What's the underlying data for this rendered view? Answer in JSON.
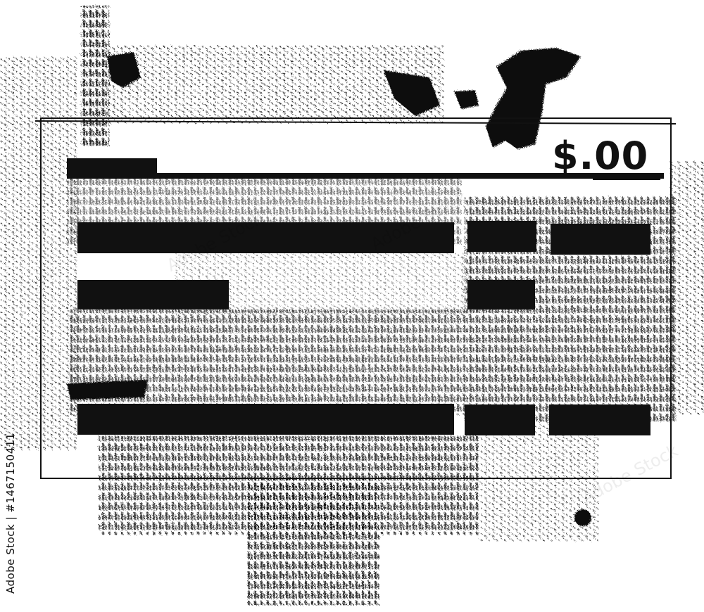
{
  "check": {
    "amount_text": "$.00"
  },
  "stock": {
    "watermark_text": "Adobe Stock",
    "image_id_text": "Adobe Stock | #1467150411"
  },
  "colors": {
    "ink": "#111111",
    "paper": "#ffffff"
  }
}
